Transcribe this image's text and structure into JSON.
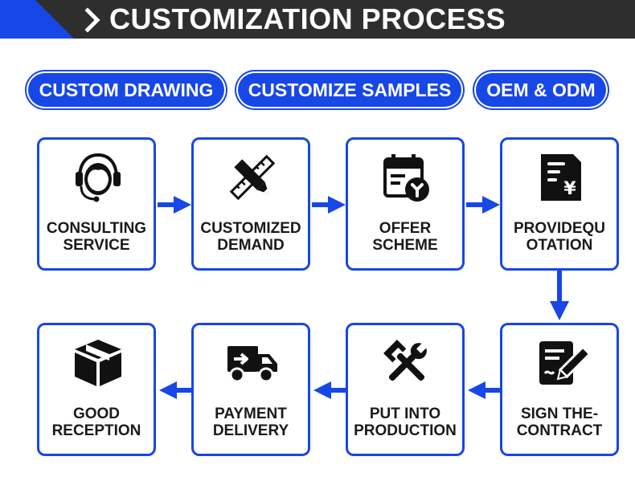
{
  "header": {
    "title": "CUSTOMIZATION PROCESS"
  },
  "options": [
    "CUSTOM DRAWING",
    "CUSTOMIZE SAMPLES",
    "OEM & ODM"
  ],
  "steps": [
    {
      "line1": "CONSULTING",
      "line2": "SERVICE",
      "icon": "headset-icon"
    },
    {
      "line1": "CUSTOMIZED",
      "line2": "DEMAND",
      "icon": "pencil-ruler-icon"
    },
    {
      "line1": "OFFER",
      "line2": "SCHEME",
      "icon": "calendar-wrench-icon"
    },
    {
      "line1": "PROVIDEQU",
      "line2": "OTATION",
      "icon": "quotation-yen-icon"
    },
    {
      "line1": "SIGN THE-",
      "line2": "CONTRACT",
      "icon": "contract-sign-icon"
    },
    {
      "line1": "PUT INTO",
      "line2": "PRODUCTION",
      "icon": "tools-icon"
    },
    {
      "line1": "PAYMENT",
      "line2": "DELIVERY",
      "icon": "delivery-truck-icon"
    },
    {
      "line1": "GOOD",
      "line2": "RECEPTION",
      "icon": "package-box-icon"
    }
  ],
  "colors": {
    "accent": "#1747e6",
    "header_bg": "#2e2e2e",
    "text": "#1a1a1a"
  }
}
